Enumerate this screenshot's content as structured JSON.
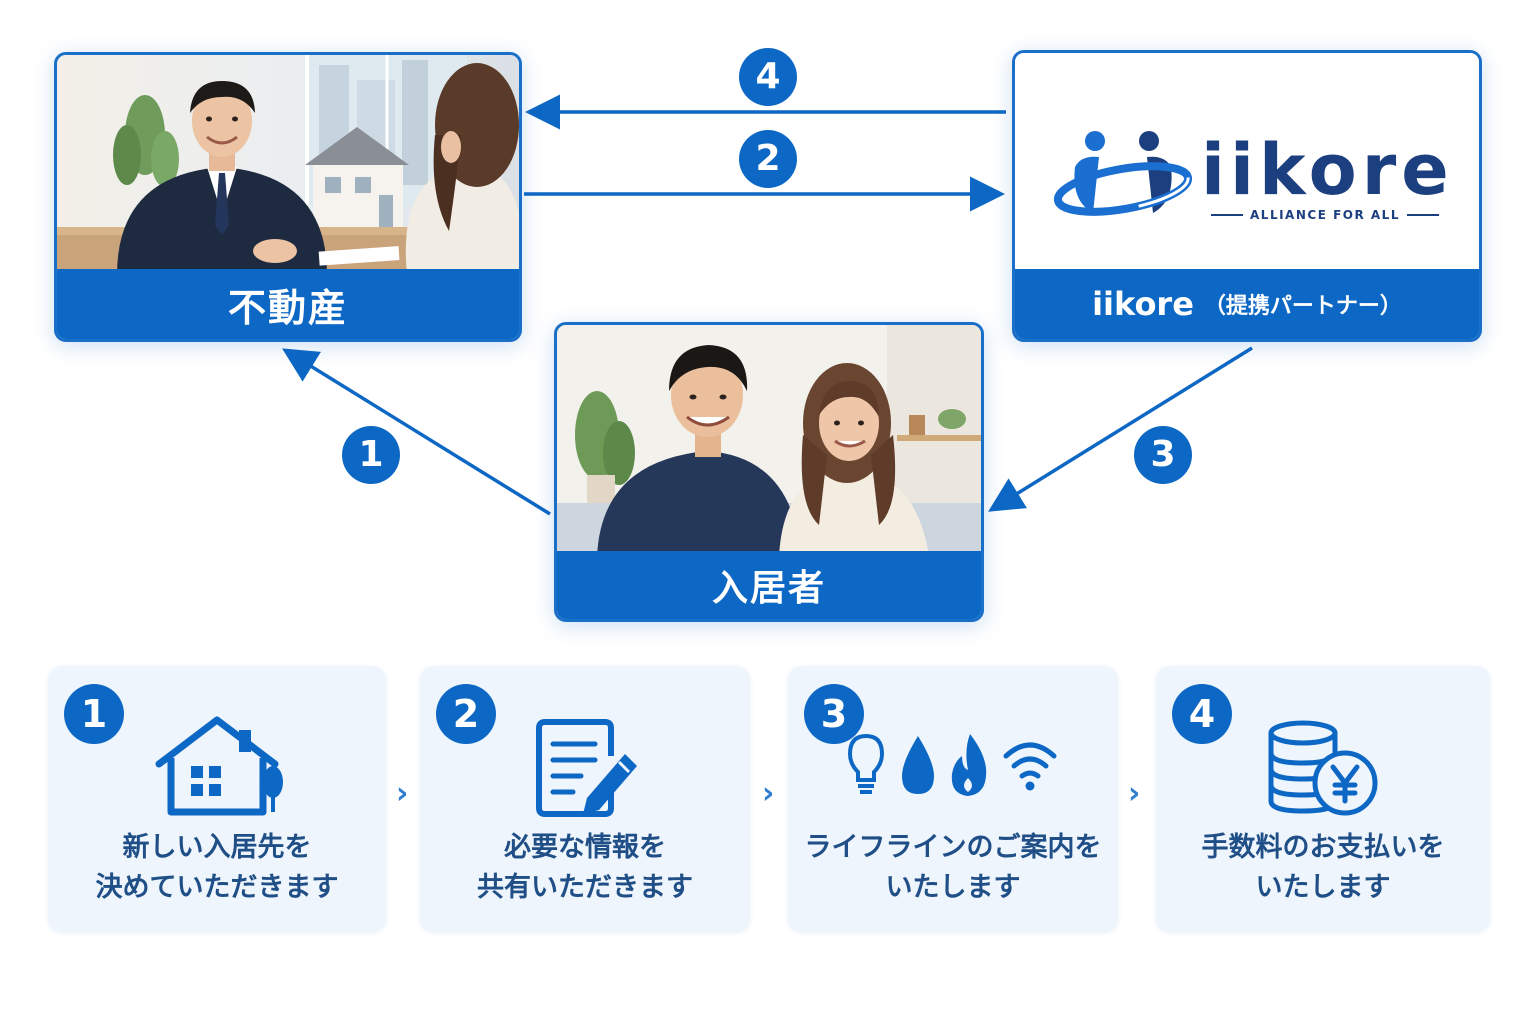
{
  "colors": {
    "primary": "#0d67c4",
    "step_bg": "#eef5fd",
    "step_text": "#1f4f86",
    "logo_navy": "#1c3f80"
  },
  "parties": {
    "realestate": {
      "label": "不動産"
    },
    "iikore": {
      "logo_text": "iikore",
      "logo_tagline": "ALLIANCE FOR ALL",
      "label": "iikore",
      "label_suffix": "（提携パートナー）"
    },
    "resident": {
      "label": "入居者"
    }
  },
  "flow_badges": [
    "1",
    "2",
    "3",
    "4"
  ],
  "steps": [
    {
      "number": "1",
      "icon": "house-icon",
      "line1": "新しい入居先を",
      "line2": "決めていただきます"
    },
    {
      "number": "2",
      "icon": "document-edit-icon",
      "line1": "必要な情報を",
      "line2": "共有いただきます"
    },
    {
      "number": "3",
      "icon": "lifeline-icons",
      "line1": "ライフラインのご案内を",
      "line2": "いたします"
    },
    {
      "number": "4",
      "icon": "yen-coins-icon",
      "line1": "手数料のお支払いを",
      "line2": "いたします"
    }
  ],
  "step_separator": "›"
}
